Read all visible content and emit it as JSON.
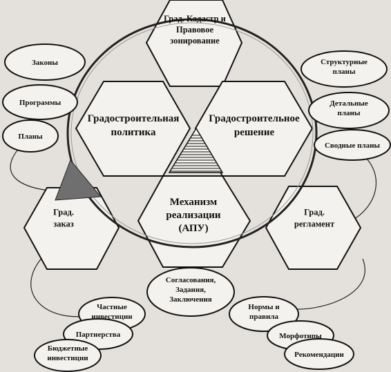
{
  "center_hexagons": {
    "cadastre": "Град. Кадастр и|Правовое|зонирование",
    "policy": "Градостроительная|политика",
    "decision": "Градостроительное|решение",
    "mechanism": "Механизм|реализации|(АПУ)",
    "order": "Град.|заказ",
    "regulation": "Град.|регламент"
  },
  "left_ovals": {
    "laws": "Законы",
    "programs": "Программы",
    "plans": "Планы"
  },
  "right_ovals": {
    "structural": "Структурные|планы",
    "detailed": "Детальные|планы",
    "summary": "Сводные планы"
  },
  "bottom_center_oval": "Согласования,|Задания,|Заключения",
  "bottom_left_ovals": {
    "private": "Частные|инвестиции",
    "partnership": "Партнерства",
    "budget": "Бюджетные|инвестиции"
  },
  "bottom_right_ovals": {
    "norms": "Нормы и|правила",
    "morphotypes": "Морфотипы",
    "recommendations": "Рекомендации"
  }
}
